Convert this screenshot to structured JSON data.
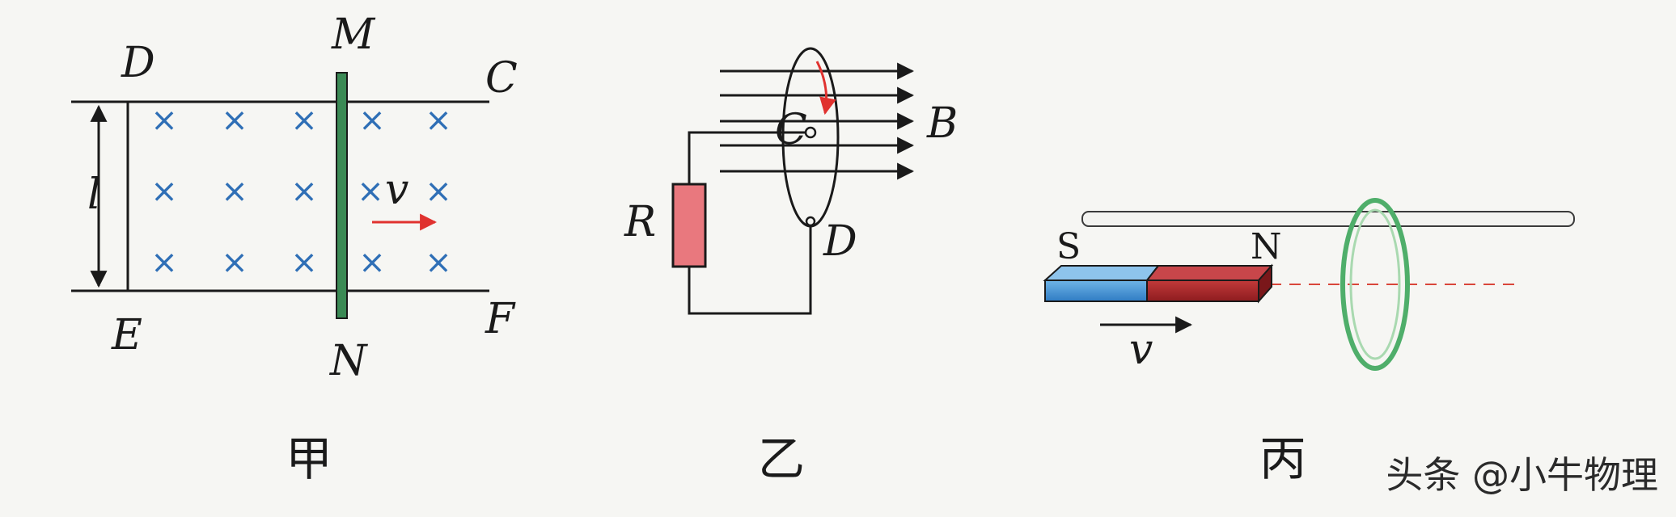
{
  "panel_jia": {
    "D": "D",
    "M": "M",
    "C": "C",
    "l": "l",
    "v": "v",
    "E": "E",
    "N": "N",
    "F": "F"
  },
  "panel_yi": {
    "C": "C",
    "B": "B",
    "R": "R",
    "D": "D"
  },
  "panel_bing": {
    "S": "S",
    "N": "N",
    "v": "v"
  },
  "captions": {
    "jia": "甲",
    "yi": "乙",
    "bing": "丙"
  },
  "watermark": "头条 @小牛物理",
  "colors": {
    "field_cross": "#2f6fb6",
    "rod": "#3b8a55",
    "velocity_arrow": "#e0322f",
    "resistor": "#e9787e",
    "magnet_s": "#2f7cc4",
    "magnet_n": "#8e1c1f",
    "ring": "#4fae6a"
  }
}
